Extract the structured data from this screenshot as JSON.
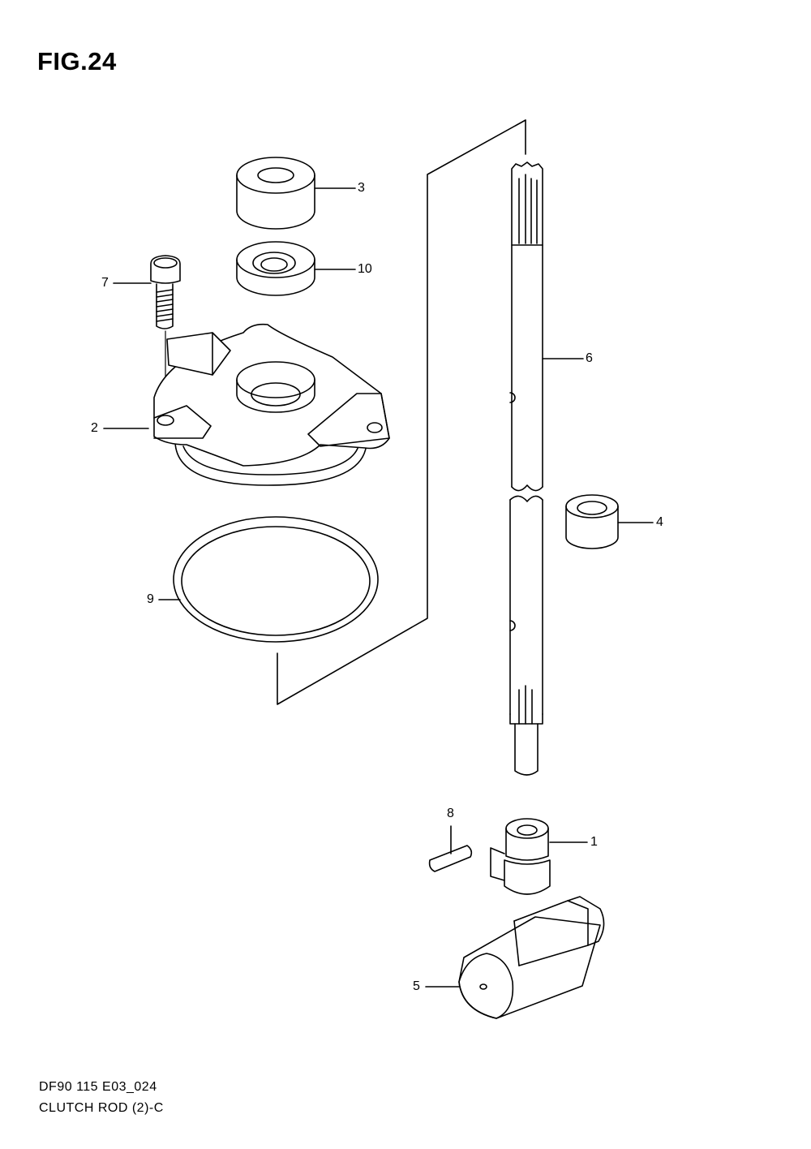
{
  "figure": {
    "title": "FIG.24",
    "code": "DF90 115 E03_024",
    "caption": "CLUTCH ROD (2)-C"
  },
  "callouts": [
    {
      "number": "1",
      "part": "clutch-rod-connector"
    },
    {
      "number": "2",
      "part": "seal-housing"
    },
    {
      "number": "3",
      "part": "bushing"
    },
    {
      "number": "4",
      "part": "collar"
    },
    {
      "number": "5",
      "part": "clutch-rod-link"
    },
    {
      "number": "6",
      "part": "clutch-rod"
    },
    {
      "number": "7",
      "part": "bolt"
    },
    {
      "number": "8",
      "part": "pin"
    },
    {
      "number": "9",
      "part": "o-ring"
    },
    {
      "number": "10",
      "part": "oil-seal"
    }
  ]
}
